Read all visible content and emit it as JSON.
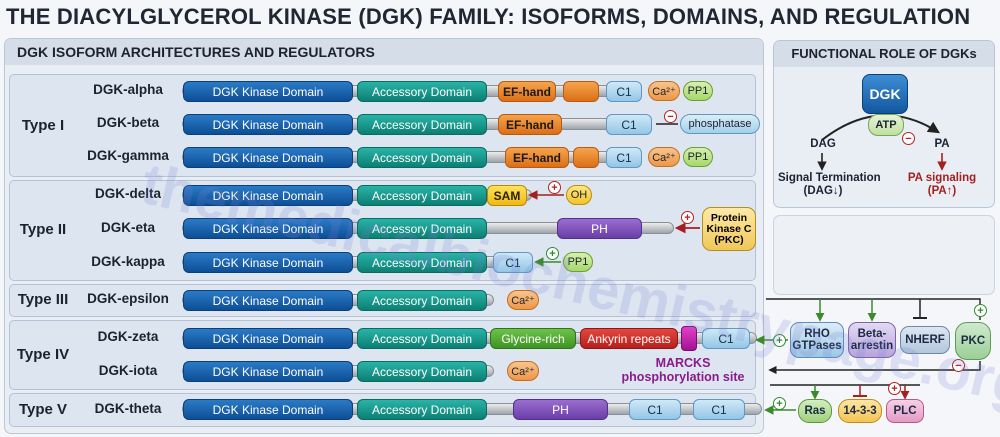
{
  "title": "THE DIACYLGLYCEROL KINASE (DGK) FAMILY: ISOFORMS, DOMAINS, AND REGULATION",
  "watermark": "themedicalbiochemistrypage.org",
  "architecture_panel": {
    "header": "DGK ISOFORM ARCHITECTURES AND REGULATORS"
  },
  "domains": {
    "kinase": "DGK Kinase Domain",
    "accessory": "Accessory Domain",
    "ef_hand": "EF-hand",
    "c1": "C1",
    "sam": "SAM",
    "ph": "PH",
    "glycine": "Glycine-rich",
    "ankyrin": "Ankyrin repeats"
  },
  "regulators": {
    "ca": "Ca²⁺",
    "pp1": "PP1",
    "phosphatase": "phosphatase",
    "oh": "OH",
    "pkc_full": [
      "Protein",
      "Kinase C",
      "(PKC)"
    ],
    "rho": [
      "RHO",
      "GTPases"
    ],
    "beta_arrestin": [
      "Beta-",
      "arrestin"
    ],
    "nherf": "NHERF",
    "pkc": "PKC",
    "ras": "Ras",
    "f1433": "14-3-3",
    "plc": "PLC"
  },
  "types": [
    {
      "label": "Type I",
      "isoforms": [
        "DGK-alpha",
        "DGK-beta",
        "DGK-gamma"
      ]
    },
    {
      "label": "Type II",
      "isoforms": [
        "DGK-delta",
        "DGK-eta",
        "DGK-kappa"
      ]
    },
    {
      "label": "Type III",
      "isoforms": [
        "DGK-epsilon"
      ]
    },
    {
      "label": "Type IV",
      "isoforms": [
        "DGK-zeta",
        "DGK-iota"
      ]
    },
    {
      "label": "Type V",
      "isoforms": [
        "DGK-theta"
      ]
    }
  ],
  "marcks_label": [
    "MARCKS",
    "phosphorylation site"
  ],
  "signs": {
    "plus": "+",
    "minus": "−"
  },
  "functional_panel": {
    "header": "FUNCTIONAL ROLE OF DGKs",
    "enzyme": "DGK",
    "atp": "ATP",
    "dag": "DAG",
    "pa": "PA",
    "signal_termination": [
      "Signal Termination",
      "(DAG↓)"
    ],
    "pa_signaling": [
      "PA signaling",
      "(PA↑)"
    ]
  },
  "colors": {
    "kinase": "#1a63ad",
    "accessory": "#1c9a8d",
    "ef_hand": "#ec8a30",
    "c1": "#b3d9ef",
    "sam": "#f6cc2a",
    "ph": "#8052bc",
    "glycine": "#55ab35",
    "ankyrin": "#cc312b",
    "marcks": "#c928ae",
    "activation": "#2e8b2e",
    "inhibition": "#b52020"
  }
}
